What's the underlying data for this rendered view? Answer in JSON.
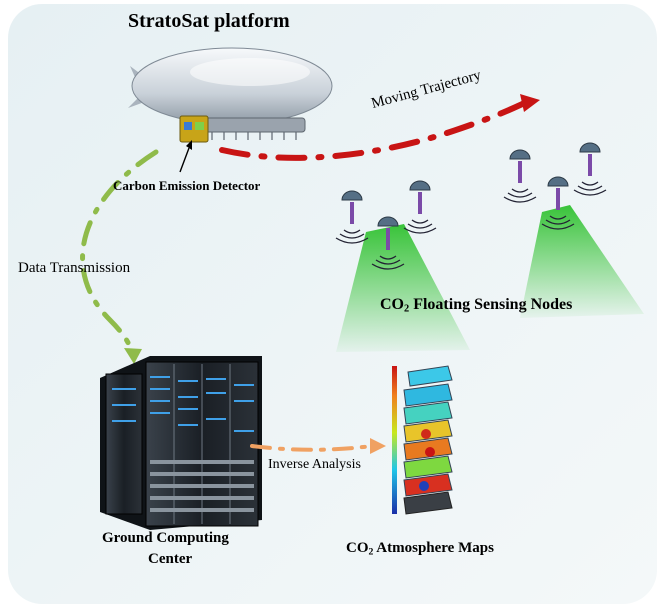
{
  "labels": {
    "platform": "StratoSat platform",
    "detector": "Carbon Emission Detector",
    "transmission": "Data Transmission",
    "trajectory": "Moving Trajectory",
    "nodes_pre": "CO",
    "nodes_sub": "2",
    "nodes_post": " Floating Sensing Nodes",
    "inverse": "Inverse Analysis",
    "ground_line1": "Ground Computing",
    "ground_line2": "Center",
    "maps_pre": "CO",
    "maps_sub": "2",
    "maps_post": " Atmosphere Maps"
  },
  "colors": {
    "background": "#e9f1f4",
    "trajectory": "#c81414",
    "transmission": "#8fbb4a",
    "inverse": "#f0a162",
    "sensing_beam": "#3fc23f",
    "node_cap": "#556f85",
    "node_rod": "#7b4aa8",
    "server": "#1c2127"
  }
}
